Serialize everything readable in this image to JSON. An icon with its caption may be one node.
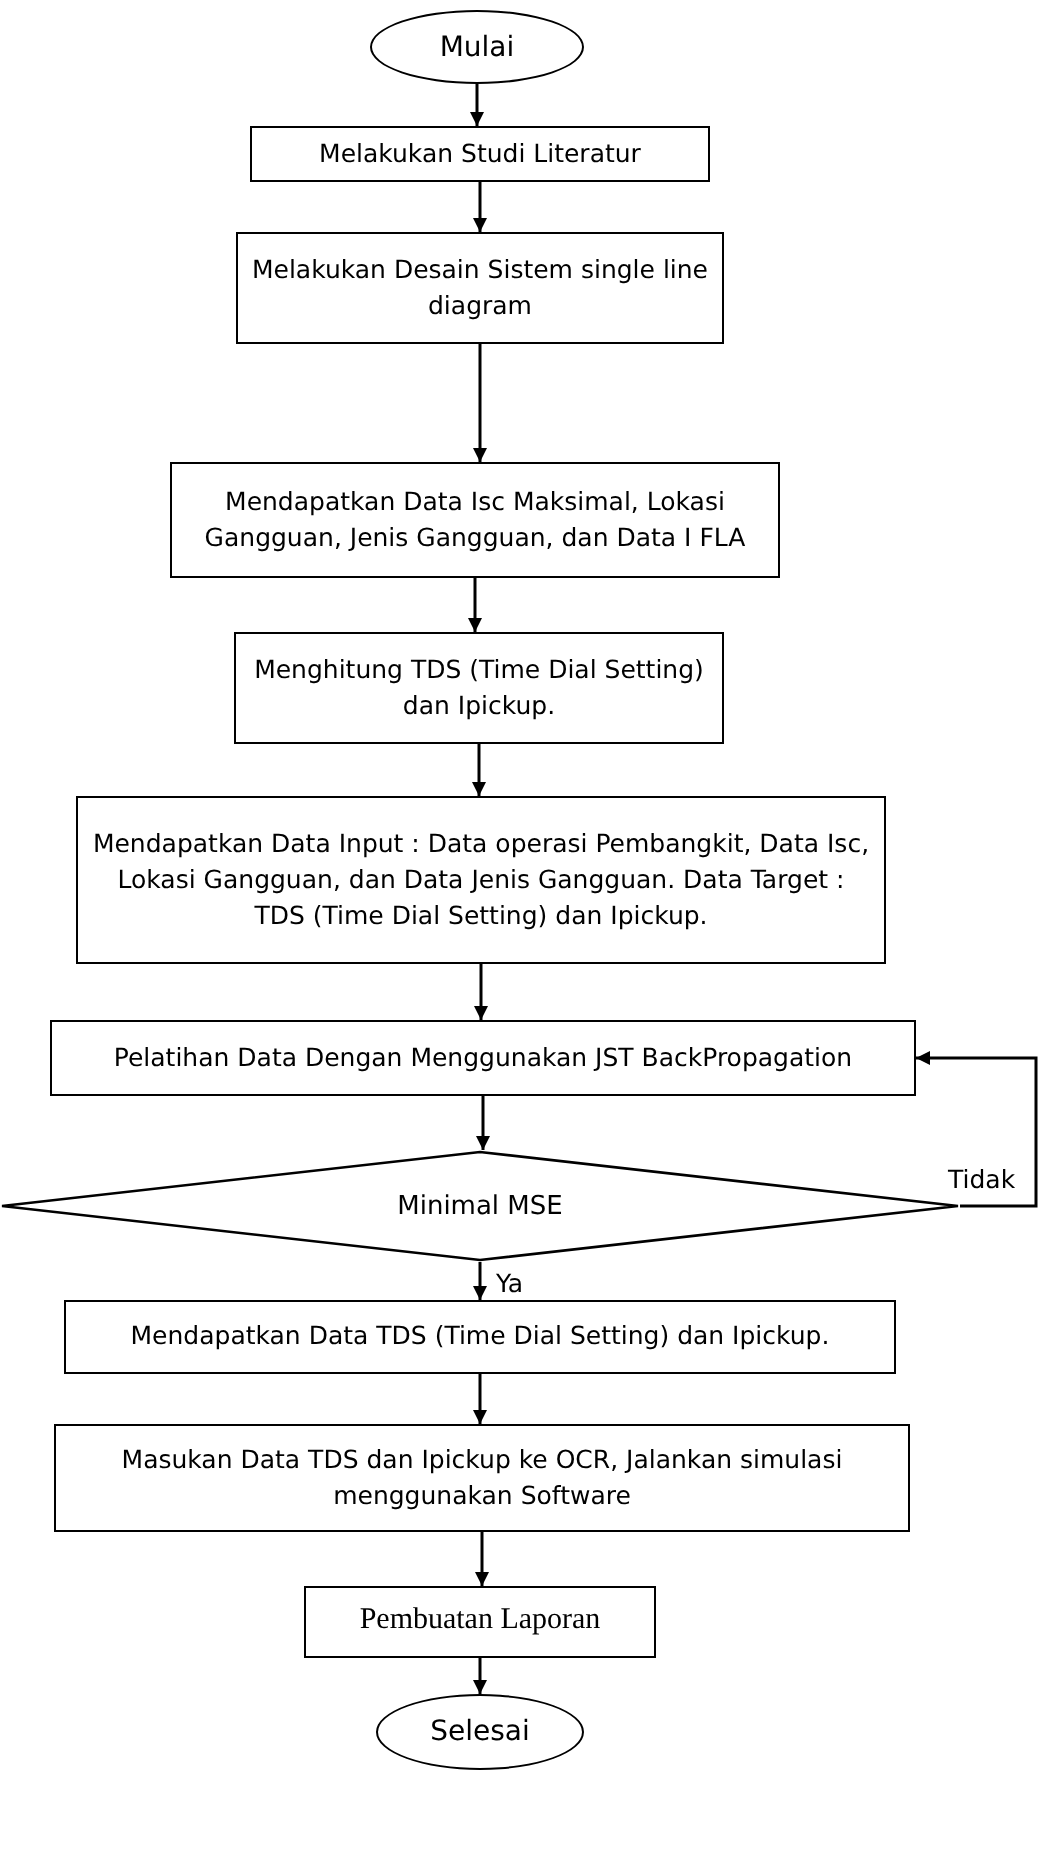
{
  "diagram": {
    "nodes": [
      {
        "text": [
          "Mulai"
        ]
      },
      {
        "text": [
          "Melakukan Studi Literatur"
        ]
      },
      {
        "text": [
          "Melakukan Desain Sistem single line diagram"
        ]
      },
      {
        "text": [
          "Mendapatkan Data Isc Maksimal, Lokasi Gangguan, Jenis Gangguan, dan Data I FLA"
        ]
      },
      {
        "text": [
          "Menghitung TDS (Time Dial Setting) dan Ipickup."
        ]
      },
      {
        "text": [
          "Mendapatkan Data Input : Data operasi Pembangkit, Data Isc, Lokasi Gangguan, dan Data Jenis Gangguan. Data Target : TDS (Time Dial Setting) dan Ipickup."
        ]
      },
      {
        "text": [
          "Pelatihan Data Dengan Menggunakan JST BackPropagation"
        ]
      },
      {
        "text": [
          "Minimal MSE"
        ]
      },
      {
        "text": [
          "Mendapatkan Data TDS (Time Dial Setting) dan Ipickup."
        ]
      },
      {
        "text": [
          "Masukan Data TDS dan Ipickup ke OCR, Jalankan simulasi menggunakan Software"
        ]
      },
      {
        "text": [
          "Pembuatan Laporan"
        ]
      },
      {
        "text": [
          "Selesai"
        ]
      }
    ],
    "edges": [
      {
        "from": 0,
        "to": 1,
        "arrow": "to"
      },
      {
        "from": 1,
        "to": 2,
        "arrow": "to"
      },
      {
        "from": 2,
        "to": 3,
        "arrow": "to"
      },
      {
        "from": 3,
        "to": 4,
        "arrow": "to"
      },
      {
        "from": 4,
        "to": 5,
        "arrow": "to"
      },
      {
        "from": 5,
        "to": 6,
        "arrow": "to"
      },
      {
        "from": 6,
        "to": 7,
        "arrow": "to"
      },
      {
        "from": 7,
        "to": 8,
        "arrow": "to",
        "label": "Ya"
      },
      {
        "from": 7,
        "to": 6,
        "arrow": "to",
        "label": "Tidak"
      },
      {
        "from": 8,
        "to": 9,
        "arrow": "to"
      },
      {
        "from": 9,
        "to": 10,
        "arrow": "to"
      },
      {
        "from": 10,
        "to": 11,
        "arrow": "to"
      }
    ]
  }
}
